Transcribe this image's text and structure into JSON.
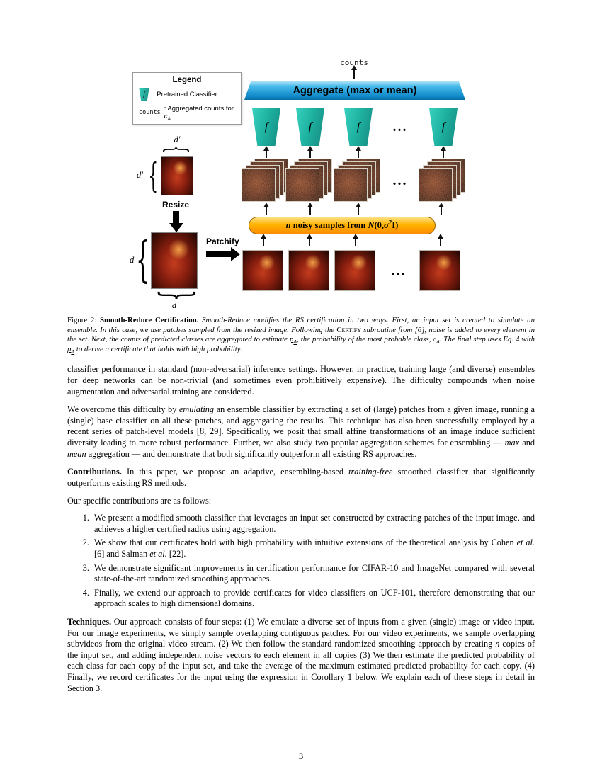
{
  "figure": {
    "counts_label": "counts",
    "aggregate_label": "Aggregate (max or mean)",
    "classifier_symbol": "f",
    "ellipsis": "...",
    "resize_label": "Resize",
    "patchify_label": "Patchify",
    "dim_small": "d′",
    "dim_large": "d",
    "noise_label_segments": [
      {
        "t": "n",
        "s": "i"
      },
      {
        "t": " noisy samples from ",
        "s": ""
      },
      {
        "t": "N",
        "s": "i"
      },
      {
        "t": "(0,",
        "s": ""
      },
      {
        "t": "σ",
        "s": "i"
      },
      {
        "t": "2",
        "s": "sup"
      },
      {
        "t": "I",
        "s": "b"
      },
      {
        "t": ")",
        "s": ""
      }
    ],
    "legend": {
      "title": "Legend",
      "item1_symbol": "f",
      "item1_label": ": Pretrained Classifier",
      "item2_symbol": "counts",
      "item2_label_segments": [
        {
          "t": ": Aggregated counts for ",
          "s": ""
        },
        {
          "t": "c",
          "s": "i"
        },
        {
          "t": "A",
          "s": "i sub"
        }
      ]
    }
  },
  "caption": {
    "segments": [
      {
        "t": "Figure 2: ",
        "s": ""
      },
      {
        "t": "Smooth-Reduce Certification.",
        "s": "b"
      },
      {
        "t": " Smooth-Reduce modifies the RS certification in two ways. First, an input set is created to simulate an ensemble. In this case, we use patches sampled from the resized image. Following the ",
        "s": "i"
      },
      {
        "t": "Certify",
        "s": "sc"
      },
      {
        "t": " subroutine from [6], noise is added to every element in the set. Next, the counts of predicted classes are aggregated to estimate ",
        "s": "i"
      },
      {
        "t": "p",
        "s": "i u"
      },
      {
        "t": "A",
        "s": "i u sub"
      },
      {
        "t": ", the probability of the most probable class, ",
        "s": "i"
      },
      {
        "t": "c",
        "s": "i"
      },
      {
        "t": "A",
        "s": "i sub"
      },
      {
        "t": ". The final step uses Eq. 4 with ",
        "s": "i"
      },
      {
        "t": "p",
        "s": "i u"
      },
      {
        "t": "A",
        "s": "i u sub"
      },
      {
        "t": " to derive a certificate that holds with high probability.",
        "s": "i"
      }
    ]
  },
  "body": {
    "p1": [
      {
        "t": "classifier performance in standard (non-adversarial) inference settings. However, in practice, training large (and diverse) ensembles for deep networks can be non-trivial (and sometimes even prohibitively expensive). The difficulty compounds when noise augmentation and adversarial training are considered.",
        "s": ""
      }
    ],
    "p2": [
      {
        "t": "We overcome this difficulty by ",
        "s": ""
      },
      {
        "t": "emulating",
        "s": "i"
      },
      {
        "t": " an ensemble classifier by extracting a set of (large) patches from a given image, running a (single) base classifier on all these patches, and aggregating the results. This technique has also been successfully employed by a recent series of patch-level models [8, 29]. Specifically, we posit that small affine transformations of an image induce sufficient diversity leading to more robust performance. Further, we also study two popular aggregation schemes for ensembling — ",
        "s": ""
      },
      {
        "t": "max",
        "s": "i"
      },
      {
        "t": " and ",
        "s": ""
      },
      {
        "t": "mean",
        "s": "i"
      },
      {
        "t": " aggregation — and demonstrate that both significantly outperform all existing RS approaches.",
        "s": ""
      }
    ],
    "contributions": [
      {
        "t": "Contributions.",
        "s": "b"
      },
      {
        "t": "  In this paper, we propose an adaptive, ensembling-based ",
        "s": ""
      },
      {
        "t": "training-free",
        "s": "i"
      },
      {
        "t": " smoothed classifier that significantly outperforms existing RS methods.",
        "s": ""
      }
    ],
    "intro": [
      {
        "t": "Our specific contributions are as follows:",
        "s": ""
      }
    ],
    "list": [
      [
        {
          "t": "We present a modified smooth classifier that leverages an input set constructed by extracting patches of the input image, and achieves a higher certified radius using aggregation.",
          "s": ""
        }
      ],
      [
        {
          "t": "We show that our certificates hold with high probability with intuitive extensions of the theoretical analysis by Cohen ",
          "s": ""
        },
        {
          "t": "et al.",
          "s": "i"
        },
        {
          "t": " [6] and Salman ",
          "s": ""
        },
        {
          "t": "et al.",
          "s": "i"
        },
        {
          "t": " [22].",
          "s": ""
        }
      ],
      [
        {
          "t": "We demonstrate significant improvements in certification performance for CIFAR-10 and ImageNet compared with several state-of-the-art randomized smoothing approaches.",
          "s": ""
        }
      ],
      [
        {
          "t": "Finally, we extend our approach to provide certificates for video classifiers on UCF-101, therefore demonstrating that our approach scales to high dimensional domains.",
          "s": ""
        }
      ]
    ],
    "techniques": [
      {
        "t": "Techniques.",
        "s": "b"
      },
      {
        "t": " Our approach consists of four steps: (1) We emulate a diverse set of inputs from a given (single) image or video input. For our image experiments, we simply sample overlapping contiguous patches. For our video experiments, we sample overlapping subvideos from the original video stream. (2) We then follow the standard randomized smoothing approach by creating ",
        "s": ""
      },
      {
        "t": "n",
        "s": "i"
      },
      {
        "t": " copies of the input set, and adding independent noise vectors to each element in all copies (3) We then estimate the predicted probability of each class for each copy of the input set, and take the average of the maximum estimated predicted probability for each copy. (4) Finally, we record certificates for the input using the expression in Corollary 1 below. We explain each of these steps in detail in Section 3.",
        "s": ""
      }
    ]
  },
  "page_number": "3"
}
